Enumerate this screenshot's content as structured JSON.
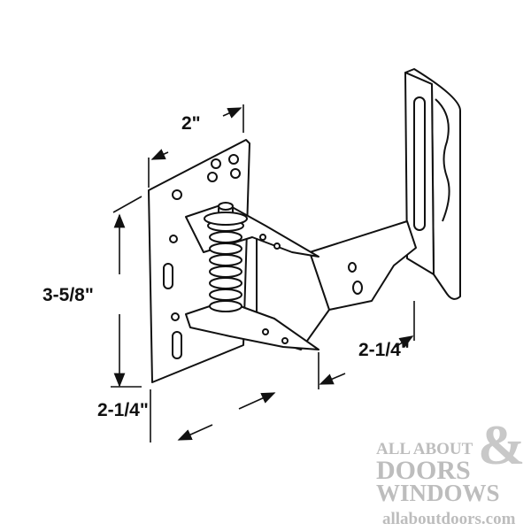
{
  "dimensions": {
    "width_top": "2\"",
    "height_left": "3-5/8\"",
    "depth_right": "2-1/4\"",
    "depth_bottom": "2-1/4\""
  },
  "logo": {
    "line1": "ALL ABOUT",
    "line2": "DOORS",
    "ampersand": "&",
    "line3": "WINDOWS",
    "url": "allaboutdoors.com"
  }
}
